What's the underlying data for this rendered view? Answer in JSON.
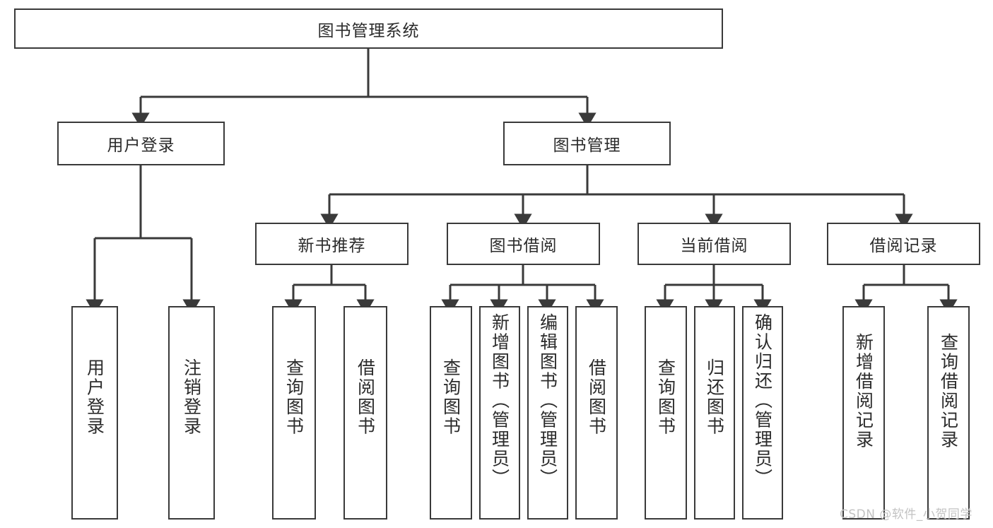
{
  "diagram": {
    "type": "hierarchy-tree",
    "title": "图书管理系统",
    "orientation": "top-down",
    "edge_style": "orthogonal-arrow",
    "colors": {
      "box_border": "#3a3a3a",
      "box_fill": "#ffffff",
      "text": "#2b2b2b",
      "line": "#3a3a3a",
      "watermark": "#c3c3c3"
    },
    "root": {
      "label": "图书管理系统"
    },
    "level1": [
      {
        "label": "用户登录"
      },
      {
        "label": "图书管理"
      }
    ],
    "level2": [
      {
        "label": "新书推荐"
      },
      {
        "label": "图书借阅"
      },
      {
        "label": "当前借阅"
      },
      {
        "label": "借阅记录"
      }
    ],
    "leaves": {
      "user_login": [
        {
          "label": "用户登录"
        },
        {
          "label": "注销登录"
        }
      ],
      "new_book_recommend": [
        {
          "label": "查询图书"
        },
        {
          "label": "借阅图书"
        }
      ],
      "book_borrow": [
        {
          "label": "查询图书"
        },
        {
          "label": "新增图书（管理员）"
        },
        {
          "label": "编辑图书（管理员）"
        },
        {
          "label": "借阅图书"
        }
      ],
      "current_borrow": [
        {
          "label": "查询图书"
        },
        {
          "label": "归还图书"
        },
        {
          "label": "确认归还（管理员）"
        }
      ],
      "borrow_record": [
        {
          "label": "新增借阅记录"
        },
        {
          "label": "查询借阅记录"
        }
      ]
    }
  },
  "watermark": {
    "text": "CSDN @软件_小贺同学"
  }
}
